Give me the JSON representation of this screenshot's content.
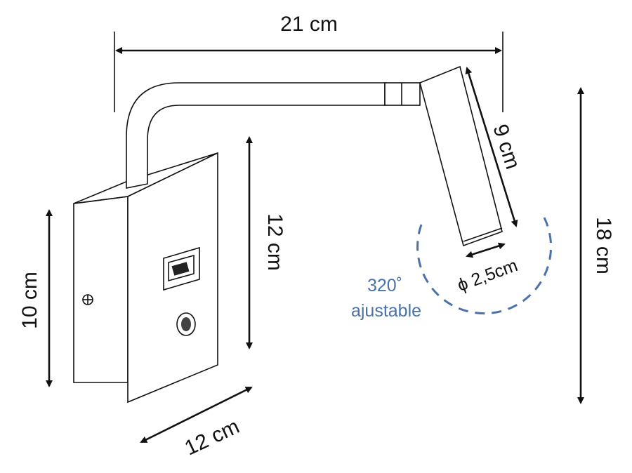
{
  "dimensions": {
    "width_total": "21 cm",
    "head_length": "9 cm",
    "plate_height": "12 cm",
    "total_height": "18 cm",
    "box_height": "10 cm",
    "plate_depth": "12 cm",
    "head_diameter": "ϕ 2,5cm"
  },
  "rotation": {
    "angle": "320˚",
    "label": "ajustable"
  },
  "colors": {
    "accent": "#4a72a8",
    "line": "#111111"
  }
}
